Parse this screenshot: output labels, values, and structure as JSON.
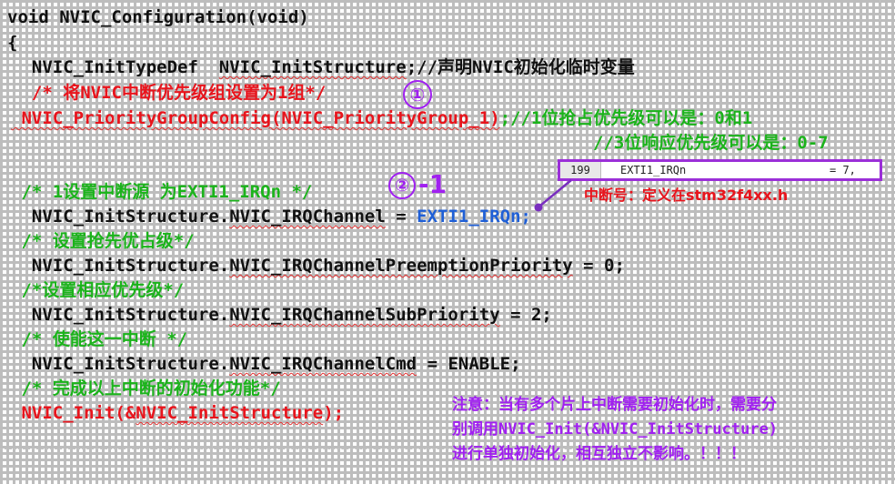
{
  "code": {
    "l1": "void NVIC_Configuration(void)",
    "l2": "{",
    "l3a": "  NVIC_InitTypeDef  ",
    "l3b": "NVIC_InitStructure",
    "l3c": ";",
    "l3d": "//声明NVIC初始化临时变量",
    "l4": "  /* 将NVIC中断优先级组设置为1组*/",
    "l5a": " NVIC_PriorityGroupConfig(NVIC_PriorityGroup_1)",
    "l5b": ";",
    "l5c": "//1位抢占优先级可以是：0和1",
    "l6": "//3位响应优先级可以是：0-7",
    "l7": " /* 1设置中断源 为EXTI1_IRQn */",
    "l8a": "  NVIC_InitStructure.",
    "l8b": "NVIC_IRQChannel",
    "l8c": " = ",
    "l8d": "EXTI1_IRQn;",
    "l9": " /* 设置抢先优占级*/",
    "l10a": "  NVIC_InitStructure.",
    "l10b": "NVIC_IRQChannelPreemptionPriority",
    "l10c": " = 0;",
    "l11": " /*设置相应优先级*/",
    "l12a": "  NVIC_InitStructure.",
    "l12b": "NVIC_IRQChannelSubPriority",
    "l12c": " = 2;",
    "l13": " /* 使能这一中断 */",
    "l14a": "  NVIC_InitStructure.",
    "l14b": "NVIC_IRQChannelCmd",
    "l14c": " = ENABLE;",
    "l15": " /* 完成以上中断的初始化功能*/",
    "l16a": " NVIC_Init(&",
    "l16b": "NVIC_InitStructure",
    "l16c": ");"
  },
  "markers": {
    "one": "①",
    "two": "②",
    "two_suffix": "-1"
  },
  "callout": {
    "line_no": "199",
    "name": "EXTI1_IRQn",
    "value": "= 7,",
    "label": "中断号：定义在stm32f4xx.h"
  },
  "note": {
    "line1": "注意：当有多个片上中断需要初始化时，需要分",
    "line2": "别调用NVIC_Init(&NVIC_InitStructure)",
    "line3": "进行单独初始化，相互独立不影响。！！！"
  },
  "colors": {
    "code": "#111111",
    "red": "#e8141c",
    "green": "#1bb31b",
    "blue": "#1f5fd6",
    "purple": "#a020f0"
  }
}
